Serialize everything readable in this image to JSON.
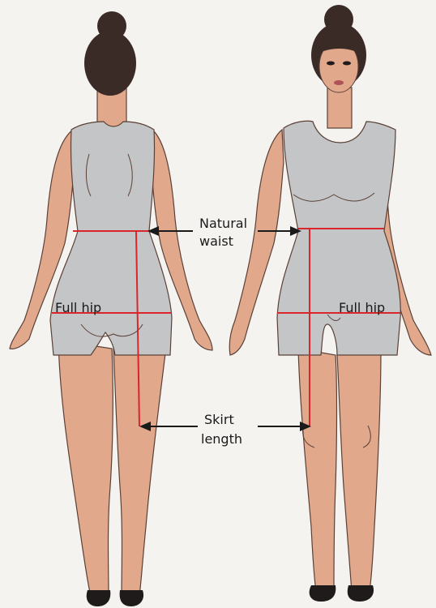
{
  "labels": {
    "waist_line1": "Natural",
    "waist_line2": "waist",
    "hip_back": "Full hip",
    "hip_front": "Full hip",
    "skirt_line1": "Skirt",
    "skirt_line2": "length"
  },
  "colors": {
    "background": "#f4f3f0",
    "skin": "#e2a88c",
    "skin_outline": "#5a4036",
    "garment": "#c4c5c7",
    "hair": "#3a2b27",
    "shoe": "#1f1b1b",
    "measure_line": "#d8262c",
    "arrow": "#1a1a1a"
  }
}
